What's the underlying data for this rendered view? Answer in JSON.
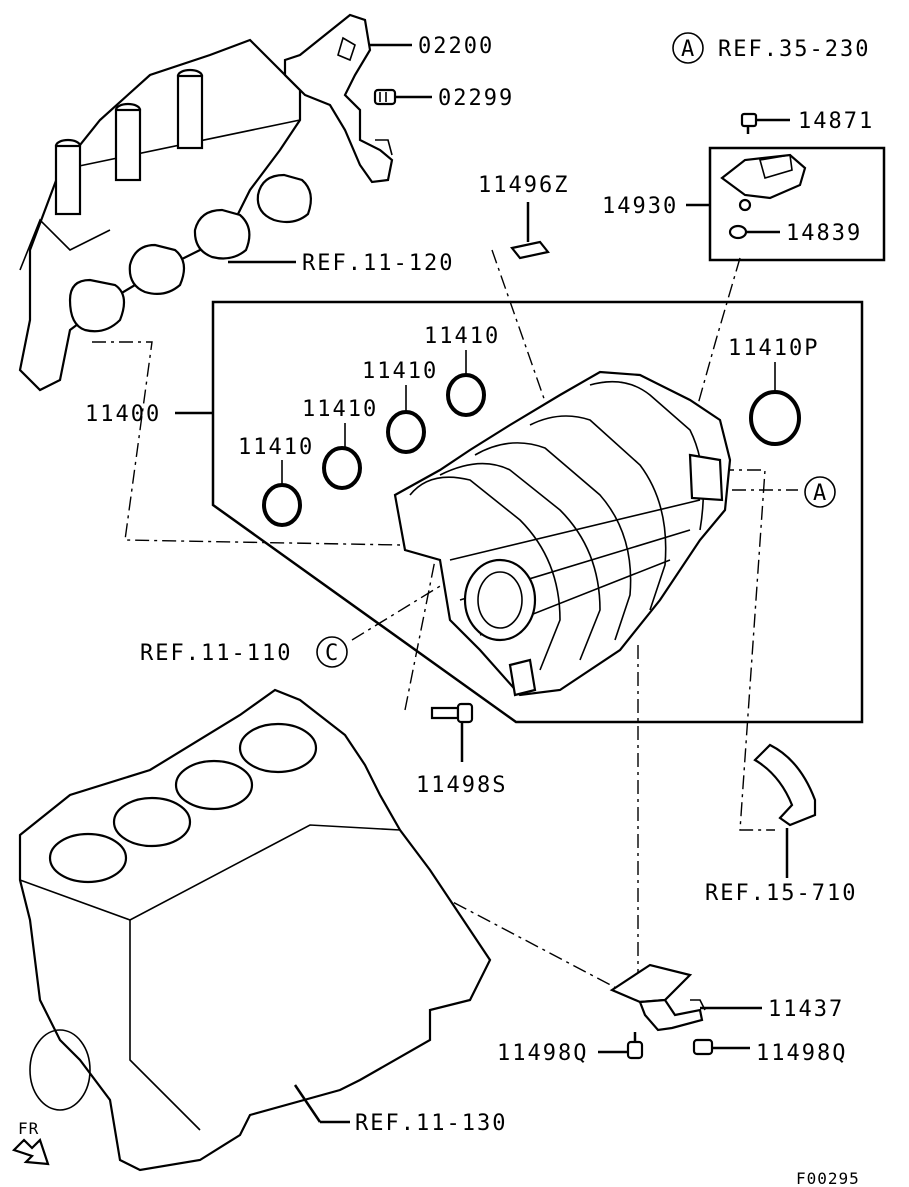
{
  "labels": {
    "p02200": "02200",
    "p02299": "02299",
    "refA": "REF.35-230",
    "p14871": "14871",
    "p11496z": "11496Z",
    "p14930": "14930",
    "p14839": "14839",
    "ref11_120": "REF.11-120",
    "p11410_1": "11410",
    "p11410_2": "11410",
    "p11410_3": "11410",
    "p11410_4": "11410",
    "p11410p": "11410P",
    "p11400": "11400",
    "calloutA": "A",
    "calloutA2": "A",
    "calloutC": "C",
    "ref11_110": "REF.11-110",
    "p11498s": "11498S",
    "ref15_710": "REF.15-710",
    "p11437": "11437",
    "p11498q_1": "11498Q",
    "p11498q_2": "11498Q",
    "ref11_130": "REF.11-130",
    "fr": "FR",
    "figcode": "F00295"
  },
  "icons": [
    "fr-arrow-icon",
    "callout-circle-a",
    "callout-circle-c"
  ]
}
